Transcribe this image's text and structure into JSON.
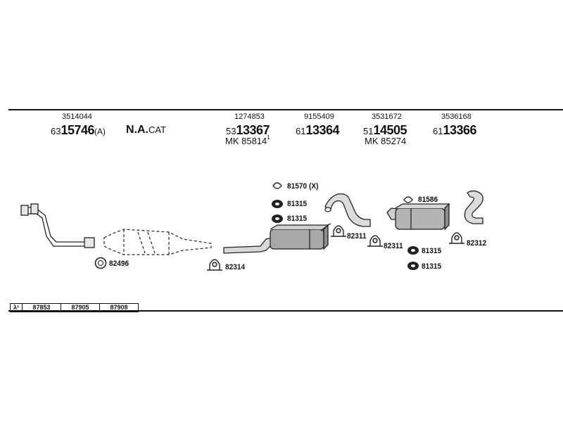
{
  "header_columns": [
    {
      "code": "3514044",
      "prefix": "63",
      "main": "15746",
      "suffix": "(A)"
    },
    {
      "code": "1274853",
      "prefix": "53",
      "main": "13367",
      "mk_label": "MK",
      "mk_value": "85814",
      "mk_sup": "1"
    },
    {
      "code": "9155409",
      "prefix": "61",
      "main": "13364"
    },
    {
      "code": "3531672",
      "prefix": "51",
      "main": "14505",
      "mk_label": "MK",
      "mk_value": "85274"
    },
    {
      "code": "3536168",
      "prefix": "61",
      "main": "13366"
    }
  ],
  "catalyst": {
    "main": "N.A.",
    "suffix": "CAT"
  },
  "part_labels": {
    "p82496": "82496",
    "p82314": "82314",
    "p81570": "81570 (X)",
    "p81315a": "81315",
    "p81315b": "81315",
    "p82311a": "82311",
    "p82311b": "82311",
    "p81586": "81586",
    "p82312": "82312",
    "p81315c": "81315",
    "p81315d": "81315"
  },
  "sensor_table": {
    "symbol": "λ¹",
    "cells": [
      "87853",
      "87905",
      "87908"
    ]
  }
}
